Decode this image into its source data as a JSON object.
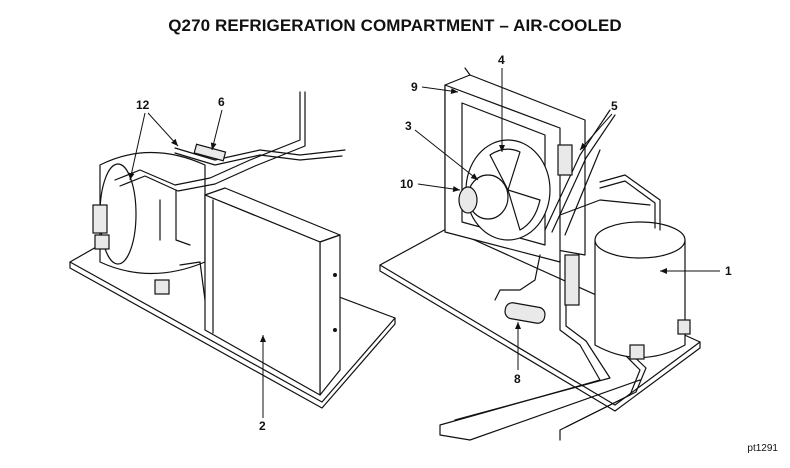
{
  "title": "Q270 REFRIGERATION COMPARTMENT – AIR-COOLED",
  "reference": "pt1291",
  "callouts": {
    "c1": "1",
    "c2": "2",
    "c3": "3",
    "c4": "4",
    "c5": "5",
    "c6": "6",
    "c8": "8",
    "c9": "9",
    "c10": "10",
    "c12": "12"
  }
}
